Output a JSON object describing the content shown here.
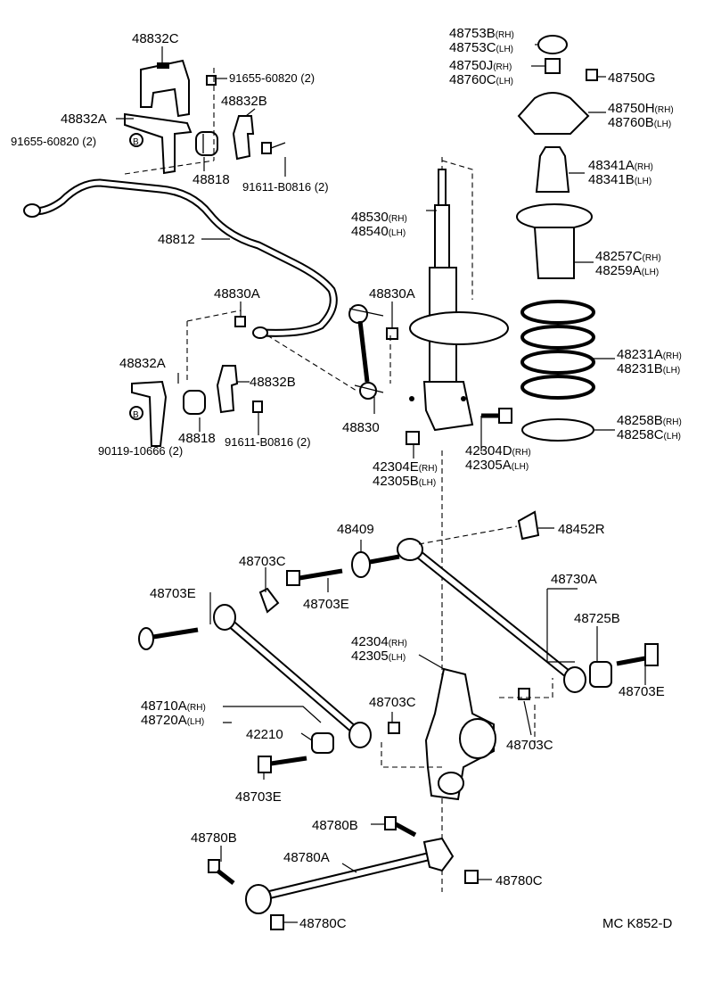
{
  "labels": {
    "p48832C": "48832C",
    "p91655_top": "91655-60820 (2)",
    "p48832B_top": "48832B",
    "p48832A_top": "48832A",
    "p91655_left": "91655-60820 (2)",
    "p48818_top": "48818",
    "p91611_top": "91611-B0816 (2)",
    "p48812": "48812",
    "p48830A_l": "48830A",
    "p48830A_r": "48830A",
    "p48832A_bot": "48832A",
    "p48832B_bot": "48832B",
    "p48818_bot": "48818",
    "p90119": "90119-10666 (2)",
    "p91611_bot": "91611-B0816 (2)",
    "p48830": "48830",
    "p48753B": "48753B",
    "p48753C": "48753C",
    "p48750J": "48750J",
    "p48760C": "48760C",
    "p48750G": "48750G",
    "p48750H": "48750H",
    "p48760B": "48760B",
    "p48341A": "48341A",
    "p48341B": "48341B",
    "p48530": "48530",
    "p48540": "48540",
    "p48257C": "48257C",
    "p48259A": "48259A",
    "p48231A": "48231A",
    "p48231B": "48231B",
    "p48258B": "48258B",
    "p48258C": "48258C",
    "p42304D": "42304D",
    "p42305A": "42305A",
    "p42304E": "42304E",
    "p42305B": "42305B",
    "p48409": "48409",
    "p48452R": "48452R",
    "p48703C_a": "48703C",
    "p48703E_a": "48703E",
    "p48703E_b": "48703E",
    "p48730A": "48730A",
    "p48725B": "48725B",
    "p48703E_c": "48703E",
    "p42304": "42304",
    "p42305": "42305",
    "p48710A": "48710A",
    "p48720A": "48720A",
    "p48703C_b": "48703C",
    "p42210": "42210",
    "p48703C_c": "48703C",
    "p48703E_d": "48703E",
    "p48780B_r": "48780B",
    "p48780B_l": "48780B",
    "p48780A": "48780A",
    "p48780C_r": "48780C",
    "p48780C_l": "48780C"
  },
  "suffix": {
    "rh": "(RH)",
    "lh": "(LH)"
  },
  "bolt_mark": "B",
  "footer_code": "MC K852-D"
}
